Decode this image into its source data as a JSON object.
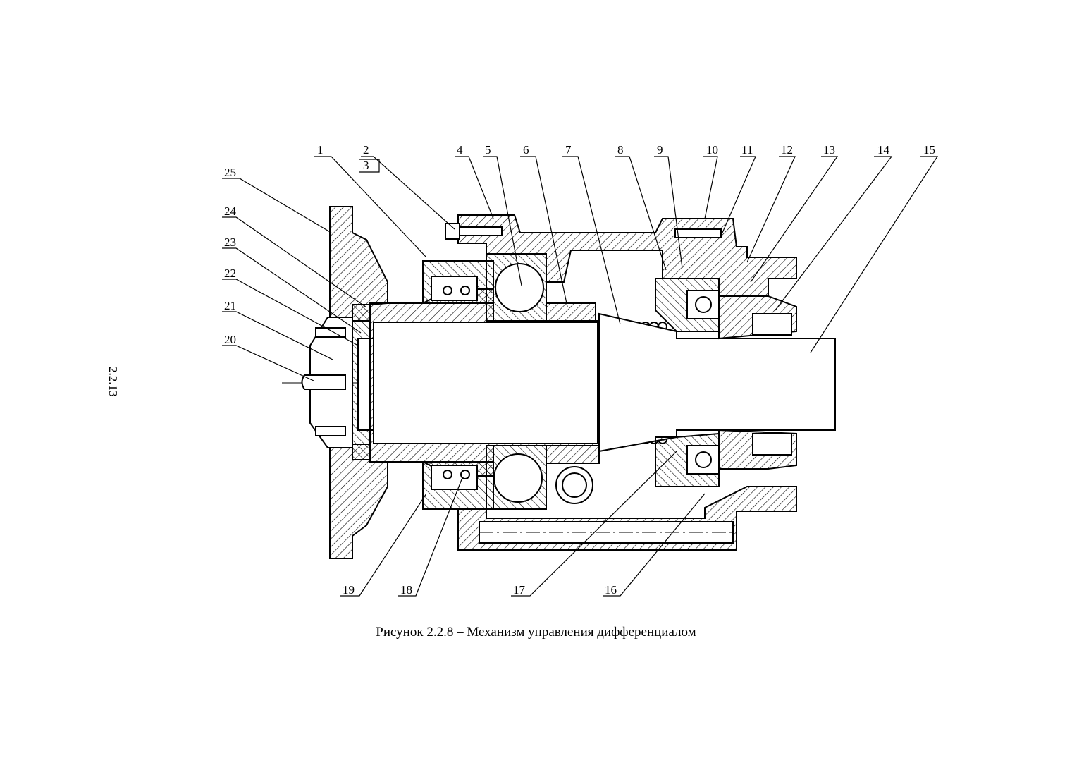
{
  "page_number": "2.2.13",
  "caption": "Рисунок 2.2.8 – Механизм управления дифференциалом",
  "callouts": {
    "top": [
      "1",
      "2",
      "3",
      "4",
      "5",
      "6",
      "7",
      "8",
      "9",
      "10",
      "11",
      "12",
      "13",
      "14",
      "15"
    ],
    "left": [
      "25",
      "24",
      "23",
      "22",
      "21",
      "20"
    ],
    "bottom": [
      "19",
      "18",
      "17",
      "16"
    ]
  }
}
